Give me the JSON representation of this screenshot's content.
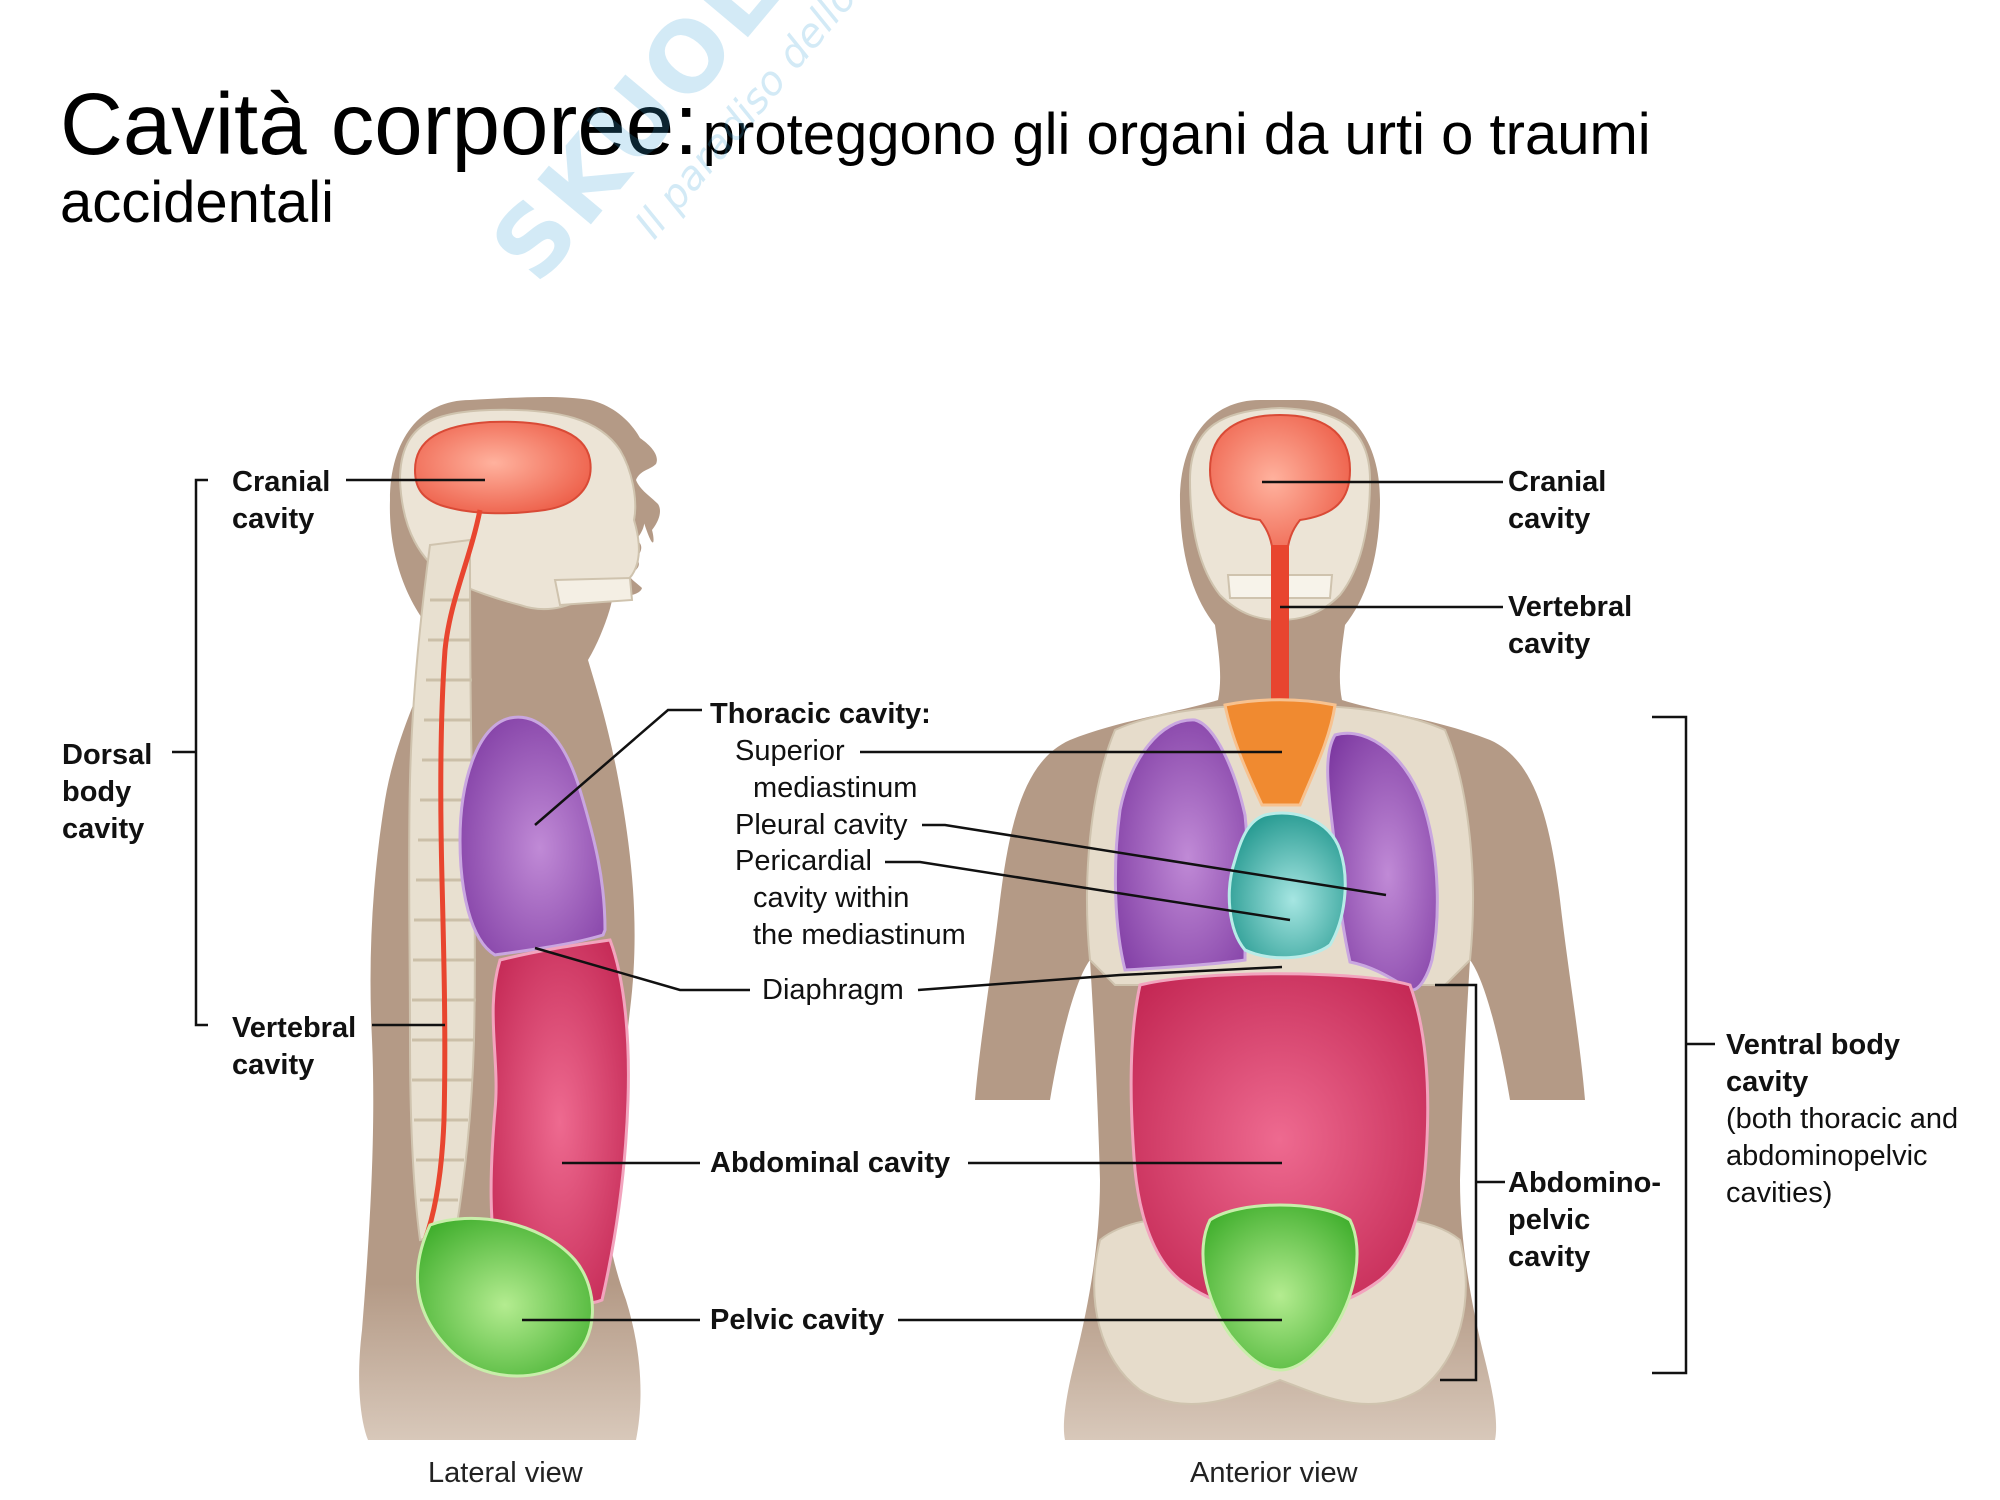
{
  "title": {
    "main": "Cavità corporee:",
    "sub": "proteggono gli organi da urti o traumi accidentali"
  },
  "watermark": {
    "main": "SKUOLA.net",
    "sub": "Il paradiso dello studente"
  },
  "labels": {
    "lateral_cranial": [
      "Cranial",
      "cavity"
    ],
    "dorsal_body": [
      "Dorsal",
      "body",
      "cavity"
    ],
    "lateral_vertebral": [
      "Vertebral",
      "cavity"
    ],
    "thoracic_heading": "Thoracic cavity:",
    "superior_mediastinum": [
      "Superior",
      "mediastinum"
    ],
    "pleural": "Pleural cavity",
    "pericardial": [
      "Pericardial",
      "cavity within",
      "the mediastinum"
    ],
    "diaphragm": "Diaphragm",
    "abdominal": "Abdominal cavity",
    "pelvic": "Pelvic cavity",
    "anterior_cranial": [
      "Cranial",
      "cavity"
    ],
    "anterior_vertebral": [
      "Vertebral",
      "cavity"
    ],
    "abdominopelvic": [
      "Abdomino-",
      "pelvic",
      "cavity"
    ],
    "ventral_heading": [
      "Ventral body",
      "cavity"
    ],
    "ventral_note": [
      "(both thoracic and",
      "abdominopelvic",
      "cavities)"
    ]
  },
  "captions": {
    "lateral": "Lateral view",
    "anterior": "Anterior view"
  },
  "colors": {
    "cranial": "#f0705e",
    "vertebral": "#e8452f",
    "mediastinum": "#f08a30",
    "pleural": "#9a4fb8",
    "pericardial": "#3ab5b0",
    "abdominal": "#d83466",
    "pelvic": "#56c23c",
    "body": "#b49a86",
    "bone": "#e8e0d0"
  }
}
